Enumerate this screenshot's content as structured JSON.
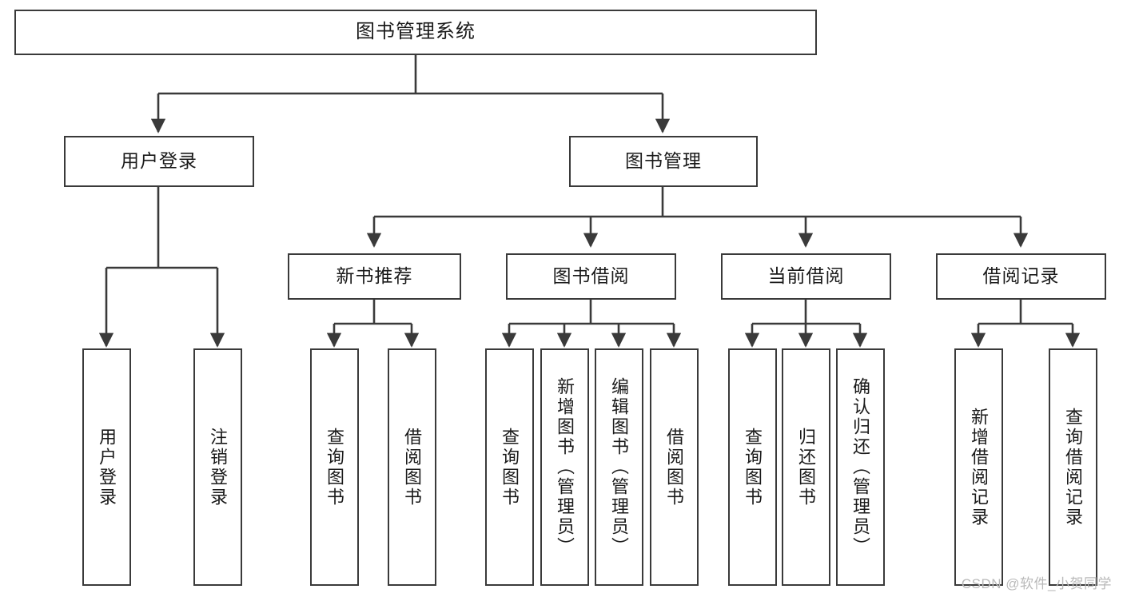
{
  "diagram": {
    "title": "图书管理系统",
    "type": "functional-structure-tree",
    "colors": {
      "box_border": "#3a3a3a",
      "box_fill": "#ffffff",
      "connector": "#3a3a3a",
      "text": "#1a1a1a",
      "watermark": "#b9b9b9",
      "background": "#ffffff"
    },
    "nodes": {
      "root": {
        "label": "图书管理系统",
        "level": 0,
        "orientation": "horizontal"
      },
      "l1": [
        {
          "id": "user-login",
          "label": "用户登录",
          "level": 1,
          "orientation": "horizontal"
        },
        {
          "id": "book-manage",
          "label": "图书管理",
          "level": 1,
          "orientation": "horizontal"
        }
      ],
      "l2": [
        {
          "id": "new-book-recommend",
          "label": "新书推荐",
          "level": 2,
          "orientation": "horizontal"
        },
        {
          "id": "book-borrow",
          "label": "图书借阅",
          "level": 2,
          "orientation": "horizontal"
        },
        {
          "id": "current-borrow",
          "label": "当前借阅",
          "level": 2,
          "orientation": "horizontal"
        },
        {
          "id": "borrow-record",
          "label": "借阅记录",
          "level": 2,
          "orientation": "horizontal"
        }
      ],
      "leaves": [
        {
          "id": "leaf-user-login",
          "label": "用户登录",
          "parent": "user-login",
          "orientation": "vertical"
        },
        {
          "id": "leaf-user-logout",
          "label": "注销登录",
          "parent": "user-login",
          "orientation": "vertical"
        },
        {
          "id": "leaf-query-book-rec",
          "label": "查询图书",
          "parent": "new-book-recommend",
          "orientation": "vertical"
        },
        {
          "id": "leaf-borrow-book-rec",
          "label": "借阅图书",
          "parent": "new-book-recommend",
          "orientation": "vertical"
        },
        {
          "id": "leaf-query-book-borrow",
          "label": "查询图书",
          "parent": "book-borrow",
          "orientation": "vertical"
        },
        {
          "id": "leaf-add-book",
          "label": "新增图书（管理员）",
          "parent": "book-borrow",
          "orientation": "vertical"
        },
        {
          "id": "leaf-edit-book",
          "label": "编辑图书（管理员）",
          "parent": "book-borrow",
          "orientation": "vertical"
        },
        {
          "id": "leaf-borrow-book",
          "label": "借阅图书",
          "parent": "book-borrow",
          "orientation": "vertical"
        },
        {
          "id": "leaf-query-book-current",
          "label": "查询图书",
          "parent": "current-borrow",
          "orientation": "vertical"
        },
        {
          "id": "leaf-return-book",
          "label": "归还图书",
          "parent": "current-borrow",
          "orientation": "vertical"
        },
        {
          "id": "leaf-confirm-return",
          "label": "确认归还（管理员）",
          "parent": "current-borrow",
          "orientation": "vertical"
        },
        {
          "id": "leaf-add-record",
          "label": "新增借阅记录",
          "parent": "borrow-record",
          "orientation": "vertical"
        },
        {
          "id": "leaf-query-record",
          "label": "查询借阅记录",
          "parent": "borrow-record",
          "orientation": "vertical"
        }
      ]
    },
    "watermark": "CSDN @软件_小贺同学"
  }
}
